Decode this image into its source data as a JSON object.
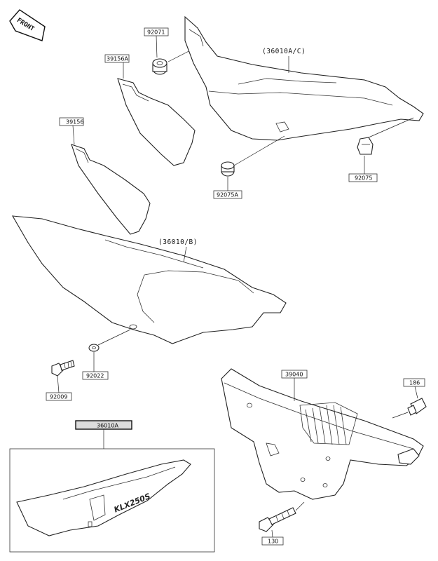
{
  "front_badge": "FRONT",
  "parts": {
    "p92071": "92071",
    "p39156A": "39156A",
    "p39156": "39156",
    "p36010AC": "(36010A/C)",
    "p92075A": "92075A",
    "p92075": "92075",
    "p36010B": "(36010/B)",
    "p92022": "92022",
    "p92009": "92009",
    "p36010A_decal": "36010A",
    "p39040": "39040",
    "p186": "186",
    "p130": "130"
  },
  "decal_text": "KLX250S"
}
